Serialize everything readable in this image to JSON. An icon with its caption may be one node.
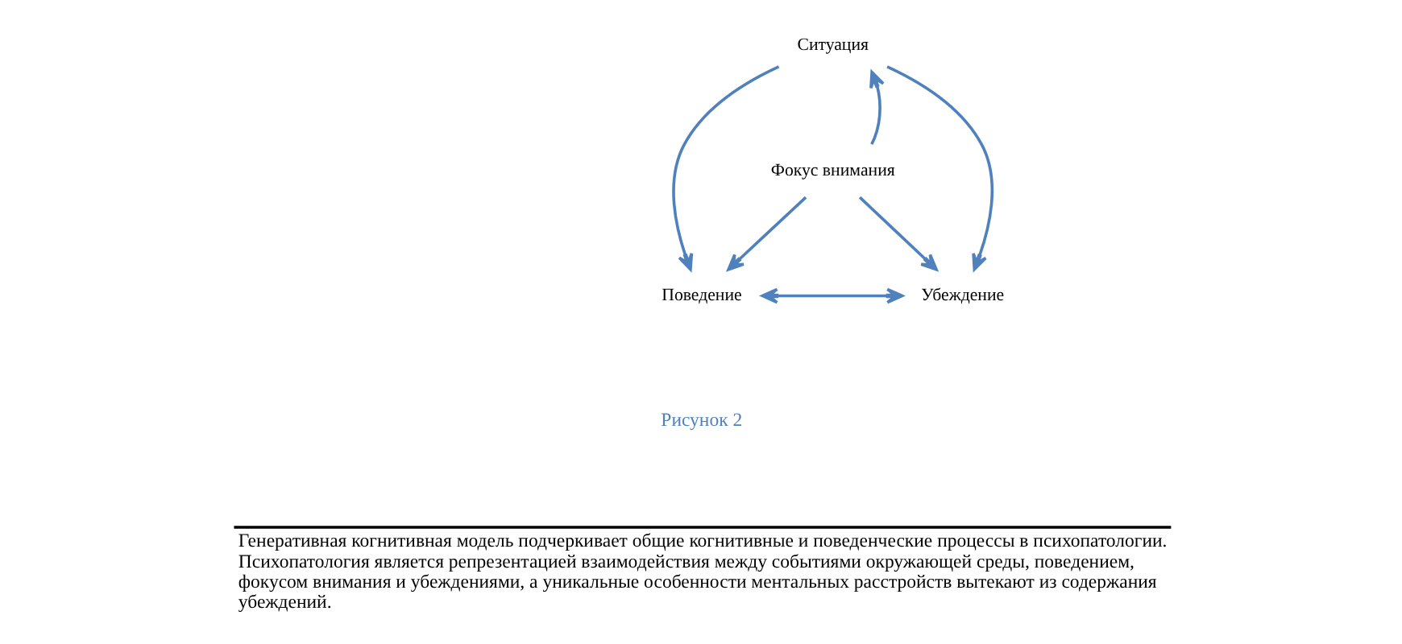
{
  "diagram": {
    "nodes": [
      {
        "text": [
          "Ситуация"
        ]
      },
      {
        "text": [
          "Фокус внимания"
        ]
      },
      {
        "text": [
          "Поведение"
        ]
      },
      {
        "text": [
          "Убеждение"
        ]
      }
    ],
    "edges": [
      {
        "from": 1,
        "to": 0,
        "arrow": "to"
      },
      {
        "from": 0,
        "to": 2,
        "arrow": "to"
      },
      {
        "from": 0,
        "to": 3,
        "arrow": "to"
      },
      {
        "from": 1,
        "to": 2,
        "arrow": "to"
      },
      {
        "from": 1,
        "to": 3,
        "arrow": "to"
      },
      {
        "from": 2,
        "to": 3,
        "arrow": "both"
      }
    ],
    "labels": [
      "Рисунок 2",
      "Генеративная когнитивная модель подчеркивает общие когнитивные и поведенческие процессы в психопатологии. Психопатология является репрезентацией взаимодействия между событиями окружающей среды, поведением, фокусом внимания и убеждениями, а уникальные особенности ментальных расстройств вытекают из содержания убеждений."
    ]
  }
}
